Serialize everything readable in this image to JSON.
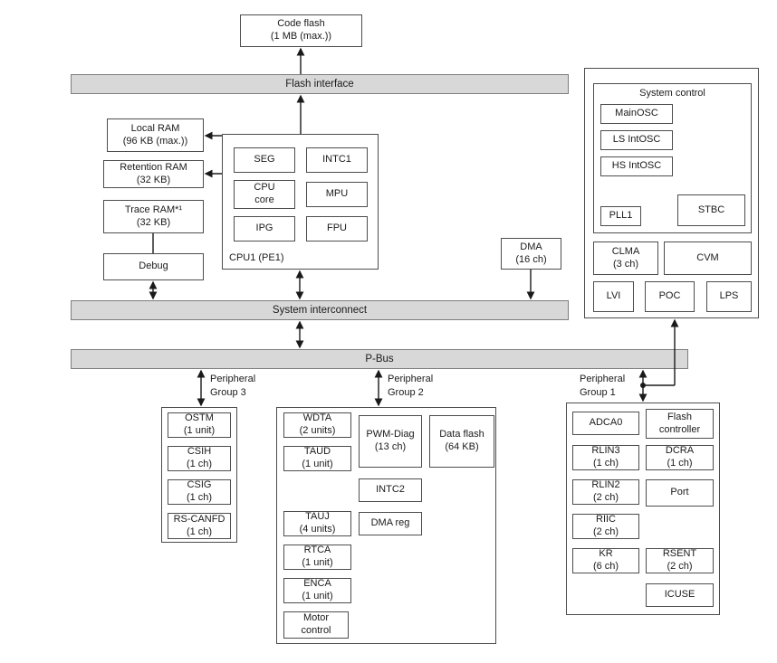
{
  "buses": {
    "flash_interface": "Flash interface",
    "system_interconnect": "System interconnect",
    "pbus": "P-Bus"
  },
  "memory": {
    "code_flash": {
      "l1": "Code flash",
      "l2": "(1 MB (max.))"
    },
    "local_ram": {
      "l1": "Local RAM",
      "l2": "(96 KB (max.))"
    },
    "retention_ram": {
      "l1": "Retention RAM",
      "l2": "(32 KB)"
    },
    "trace_ram": {
      "l1": "Trace RAM*¹",
      "l2": "(32 KB)"
    },
    "debug": "Debug"
  },
  "cpu": {
    "label": "CPU1 (PE1)",
    "seg": "SEG",
    "intc1": "INTC1",
    "cpu_core": {
      "l1": "CPU",
      "l2": "core"
    },
    "mpu": "MPU",
    "ipg": "IPG",
    "fpu": "FPU"
  },
  "dma": {
    "l1": "DMA",
    "l2": "(16 ch)"
  },
  "system_control": {
    "title": "System control",
    "mainosc": "MainOSC",
    "ls_intosc": "LS IntOSC",
    "hs_intosc": "HS IntOSC",
    "pll1": "PLL1",
    "stbc": "STBC",
    "clma": {
      "l1": "CLMA",
      "l2": "(3 ch)"
    },
    "cvm": "CVM",
    "lvi": "LVI",
    "poc": "POC",
    "lps": "LPS"
  },
  "groups": {
    "g3": {
      "label": {
        "l1": "Peripheral",
        "l2": "Group 3"
      },
      "items": [
        {
          "l1": "OSTM",
          "l2": "(1 unit)"
        },
        {
          "l1": "CSIH",
          "l2": "(1 ch)"
        },
        {
          "l1": "CSIG",
          "l2": "(1 ch)"
        },
        {
          "l1": "RS-CANFD",
          "l2": "(1 ch)"
        }
      ]
    },
    "g2": {
      "label": {
        "l1": "Peripheral",
        "l2": "Group 2"
      },
      "items": {
        "wdta": {
          "l1": "WDTA",
          "l2": "(2 units)"
        },
        "taud": {
          "l1": "TAUD",
          "l2": "(1 unit)"
        },
        "pwm_diag": {
          "l1": "PWM-Diag",
          "l2": "(13 ch)"
        },
        "data_flash": {
          "l1": "Data flash",
          "l2": "(64 KB)"
        },
        "intc2": "INTC2",
        "tauj": {
          "l1": "TAUJ",
          "l2": "(4 units)"
        },
        "dma_reg": "DMA reg",
        "rtca": {
          "l1": "RTCA",
          "l2": "(1 unit)"
        },
        "enca": {
          "l1": "ENCA",
          "l2": "(1 unit)"
        },
        "motor": {
          "l1": "Motor",
          "l2": "control"
        }
      }
    },
    "g1": {
      "label": {
        "l1": "Peripheral",
        "l2": "Group 1"
      },
      "items": {
        "adca0": "ADCA0",
        "flash_controller": {
          "l1": "Flash",
          "l2": "controller"
        },
        "rlin3": {
          "l1": "RLIN3",
          "l2": "(1 ch)"
        },
        "dcra": {
          "l1": "DCRA",
          "l2": "(1 ch)"
        },
        "rlin2": {
          "l1": "RLIN2",
          "l2": "(2 ch)"
        },
        "port": "Port",
        "riic": {
          "l1": "RIIC",
          "l2": "(2 ch)"
        },
        "kr": {
          "l1": "KR",
          "l2": "(6 ch)"
        },
        "rsent": {
          "l1": "RSENT",
          "l2": "(2 ch)"
        },
        "icuse": "ICUSE"
      }
    }
  },
  "colors": {
    "bus_fill": "#d8d8d8",
    "box_border": "#4d4d4d",
    "line": "#1a1a1a"
  }
}
